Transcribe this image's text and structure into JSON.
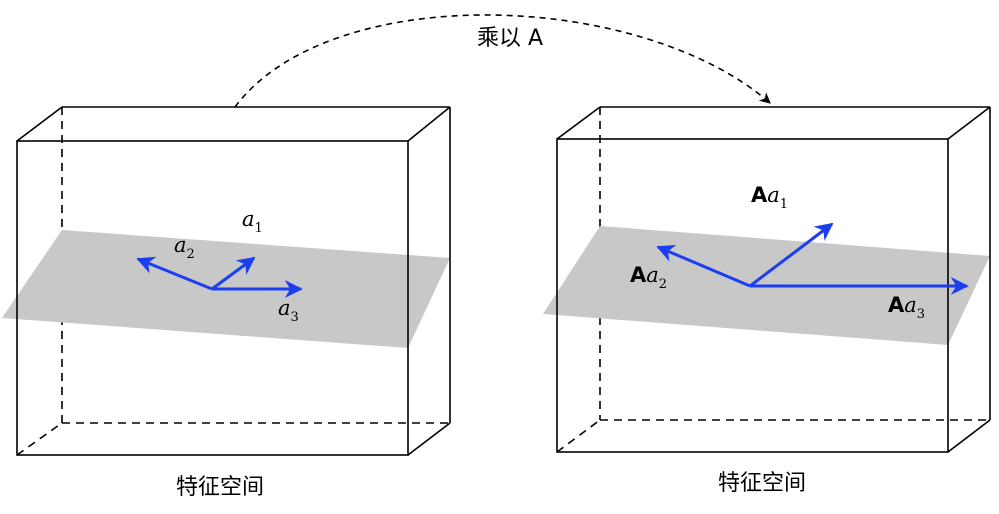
{
  "transform_label": "乘以 A",
  "left_panel": {
    "caption": "特征空间",
    "vectors": [
      {
        "base": "a",
        "sub": "1"
      },
      {
        "base": "a",
        "sub": "2"
      },
      {
        "base": "a",
        "sub": "3"
      }
    ]
  },
  "right_panel": {
    "caption": "特征空间",
    "vectors": [
      {
        "prefix": "A",
        "base": "a",
        "sub": "1"
      },
      {
        "prefix": "A",
        "base": "a",
        "sub": "2"
      },
      {
        "prefix": "A",
        "base": "a",
        "sub": "3"
      }
    ]
  },
  "colors": {
    "vector": "#1a3ef0",
    "plane": "#c8c8c8",
    "edge": "#000000"
  }
}
